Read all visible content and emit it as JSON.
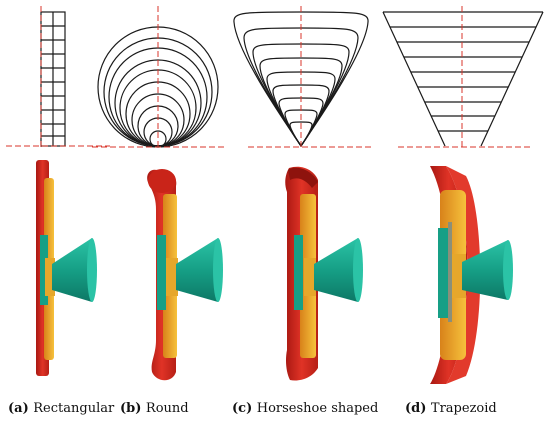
{
  "colors": {
    "centerline": "#d9362b",
    "outline": "#1a1a1a",
    "red": "#d8261d",
    "orange": "#f3a423",
    "yellow": "#f6c93c",
    "teal": "#169f86",
    "tealLight": "#2bc3a6",
    "gray": "#8a8f7a"
  },
  "panels": [
    {
      "id": "a",
      "shape": "rectangular",
      "caption_label": "(a)",
      "caption_text": "Rectangular"
    },
    {
      "id": "b",
      "shape": "round",
      "caption_label": "(b)",
      "caption_text": "Round"
    },
    {
      "id": "c",
      "shape": "horseshoe",
      "caption_label": "(c)",
      "caption_text": "Horseshoe shaped"
    },
    {
      "id": "d",
      "shape": "trapezoid",
      "caption_label": "(d)",
      "caption_text": "Trapezoid"
    }
  ]
}
